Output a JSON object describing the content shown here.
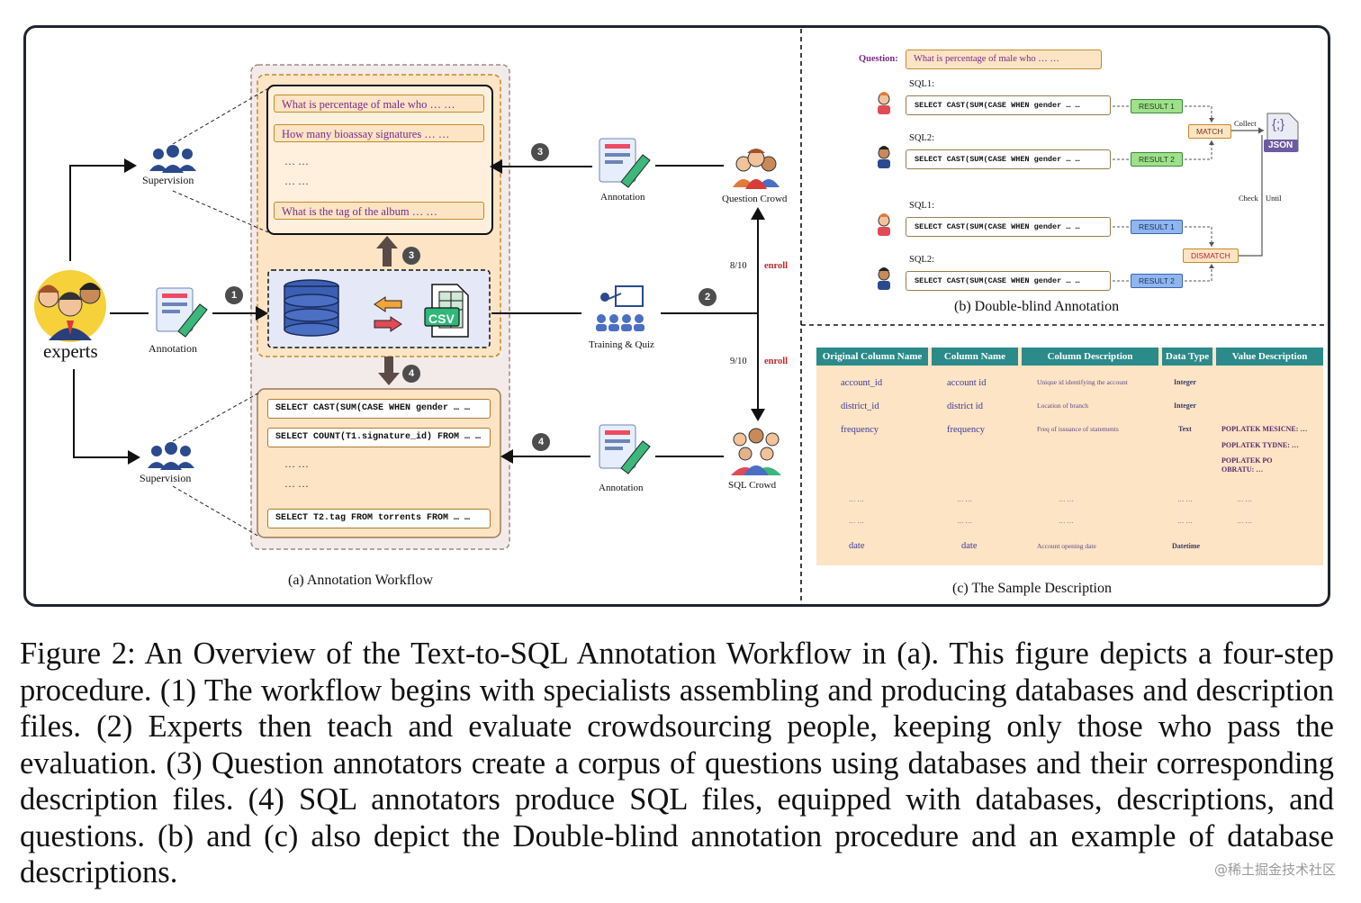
{
  "panel_a": {
    "experts_label": "experts",
    "annotation_left_label": "Annotation",
    "supervision_top_label": "Supervision",
    "supervision_bottom_label": "Supervision",
    "annotation_top_label": "Annotation",
    "annotation_bottom_label": "Annotation",
    "training_label": "Training & Quiz",
    "question_crowd_label": "Question Crowd",
    "sql_crowd_label": "SQL Crowd",
    "questions": [
      "What is percentage of male who … …",
      "How many bioassay signatures … …",
      "What is the tag of the album … …"
    ],
    "sqls": [
      "SELECT CAST(SUM(CASE WHEN gender … …",
      "SELECT COUNT(T1.signature_id) FROM … …",
      "SELECT T2.tag FROM torrents FROM … …"
    ],
    "ellipsis": "… …",
    "csv_label": "CSV",
    "pass_upper": "8/10",
    "pass_lower": "9/10",
    "enroll": "enroll",
    "steps": [
      "1",
      "2",
      "3",
      "4"
    ],
    "caption": "(a) Annotation Workflow"
  },
  "panel_b": {
    "question_label": "Question:",
    "question_text": "What is percentage of male who … …",
    "sql1_label": "SQL1:",
    "sql2_label": "SQL2:",
    "sql_text": "SELECT CAST(SUM(CASE WHEN gender … …",
    "result1": "RESULT 1",
    "result2": "RESULT 2",
    "match": "MATCH",
    "dismatch": "DISMATCH",
    "collect": "Collect",
    "check": "Check",
    "until": "Until",
    "json_braces": "{;}",
    "json_label": "JSON",
    "caption": "(b) Double-blind Annotation"
  },
  "panel_c": {
    "headers": [
      "Original Column Name",
      "Column Name",
      "Column Description",
      "Data Type",
      "Value Description"
    ],
    "rows": [
      {
        "orig": "account_id",
        "name": "account id",
        "desc": "Unique id identifying the account",
        "type": "Integer",
        "value": ""
      },
      {
        "orig": "district_id",
        "name": "district id",
        "desc": "Location of branch",
        "type": "Integer",
        "value": ""
      },
      {
        "orig": "frequency",
        "name": "frequency",
        "desc": "Freq of issuance of statements",
        "type": "Text",
        "value": "POPLATEK MESICNE: …"
      }
    ],
    "extra_values": [
      "POPLATEK TYDNE: …",
      "POPLATEK PO",
      "OBRATU: …"
    ],
    "ellipsis": "… …",
    "last_row": {
      "orig": "date",
      "name": "date",
      "desc": "Account opening date",
      "type": "Datetime",
      "value": ""
    },
    "caption": "(c) The Sample Description"
  },
  "caption_text": "Figure 2: An Overview of the Text-to-SQL Annotation Workflow in (a). This figure depicts a four-step procedure. (1) The workflow begins with specialists assembling and producing databases and description files. (2) Experts then teach and evaluate crowdsourcing people, keeping only those who pass the evaluation. (3) Question annotators create a corpus of questions using databases and their corresponding description files. (4) SQL annotators produce SQL files, equipped with databases, descriptions, and questions. (b) and (c) also depict the Double-blind annotation procedure and an example of database descriptions.",
  "watermark": "@稀土掘金技术社区",
  "colors": {
    "frame": "#1f2430",
    "peach": "#fde4c4",
    "peach_border": "#c58a2a",
    "teal_header": "#2b8a8a",
    "result_green": "#9fe08a",
    "result_blue": "#8fb6ef",
    "enroll_red": "#c0282d",
    "question_purple": "#7a2a8a"
  }
}
